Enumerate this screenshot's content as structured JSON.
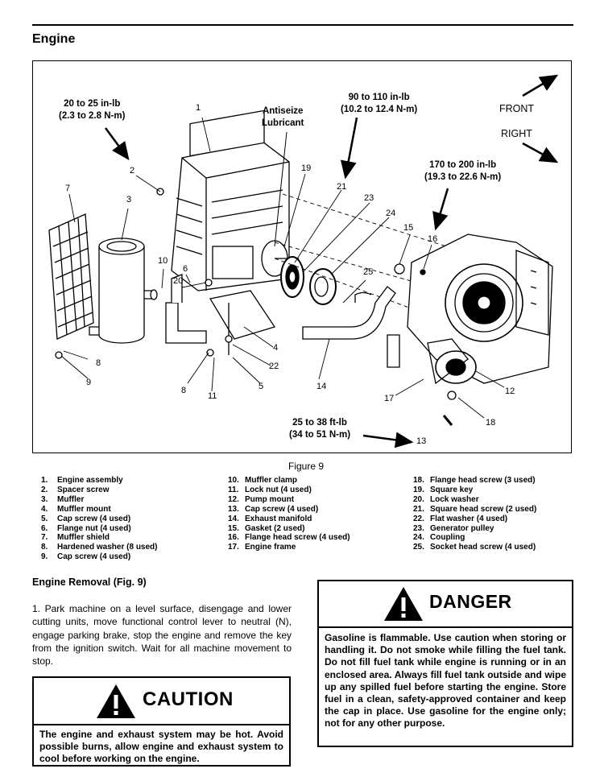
{
  "section_title": "Engine",
  "figure": {
    "caption": "Figure 9",
    "torques": [
      {
        "line1": "20 to 25 in-lb",
        "line2": "(2.3 to 2.8 N-m)"
      },
      {
        "line1": "90 to 110 in-lb",
        "line2": "(10.2 to 12.4 N-m)"
      },
      {
        "line1": "170 to 200 in-lb",
        "line2": "(19.3 to 22.6 N-m)"
      },
      {
        "line1": "25 to 38 ft-lb",
        "line2": "(34 to 51 N-m)"
      }
    ],
    "antiseize": {
      "line1": "Antiseize",
      "line2": "Lubricant"
    },
    "front": "FRONT",
    "right": "RIGHT",
    "callouts": [
      "1",
      "2",
      "3",
      "7",
      "10",
      "6",
      "20",
      "8",
      "9",
      "8",
      "11",
      "5",
      "22",
      "4",
      "19",
      "21",
      "23",
      "24",
      "15",
      "16",
      "25",
      "14",
      "17",
      "12",
      "18",
      "13"
    ]
  },
  "legend": [
    [
      {
        "n": "1.",
        "t": "Engine assembly"
      },
      {
        "n": "2.",
        "t": "Spacer screw"
      },
      {
        "n": "3.",
        "t": "Muffler"
      },
      {
        "n": "4.",
        "t": "Muffler mount"
      },
      {
        "n": "5.",
        "t": "Cap screw (4 used)"
      },
      {
        "n": "6.",
        "t": "Flange nut (4 used)"
      },
      {
        "n": "7.",
        "t": "Muffler shield"
      },
      {
        "n": "8.",
        "t": "Hardened washer (8 used)"
      },
      {
        "n": "9.",
        "t": "Cap screw (4 used)"
      }
    ],
    [
      {
        "n": "10.",
        "t": "Muffler clamp"
      },
      {
        "n": "11.",
        "t": "Lock nut (4 used)"
      },
      {
        "n": "12.",
        "t": "Pump mount"
      },
      {
        "n": "13.",
        "t": "Cap screw (4 used)"
      },
      {
        "n": "14.",
        "t": "Exhaust manifold"
      },
      {
        "n": "15.",
        "t": "Gasket (2 used)"
      },
      {
        "n": "16.",
        "t": "Flange head screw (4 used)"
      },
      {
        "n": "17.",
        "t": "Engine frame"
      }
    ],
    [
      {
        "n": "18.",
        "t": "Flange head screw (3 used)"
      },
      {
        "n": "19.",
        "t": "Square key"
      },
      {
        "n": "20.",
        "t": "Lock washer"
      },
      {
        "n": "21.",
        "t": "Square head screw (2 used)"
      },
      {
        "n": "22.",
        "t": "Flat washer (4 used)"
      },
      {
        "n": "23.",
        "t": "Generator pulley"
      },
      {
        "n": "24.",
        "t": "Coupling"
      },
      {
        "n": "25.",
        "t": "Socket head screw (4 used)"
      }
    ]
  ],
  "removal": {
    "heading": "Engine Removal (Fig. 9)",
    "step1": "1.  Park machine on a level surface, disengage and lower cutting units, move functional control lever to neutral (N), engage parking brake, stop the engine and remove the key from the ignition switch. Wait for all machine movement to stop."
  },
  "caution": {
    "word": "CAUTION",
    "text": "The engine and exhaust system may be hot. Avoid possible burns, allow engine and exhaust system to cool before working on the engine."
  },
  "danger": {
    "word": "DANGER",
    "text": "Gasoline is flammable. Use caution when storing or handling it. Do not smoke while filling the fuel tank. Do not fill fuel tank while engine is running or in an enclosed area. Always fill fuel tank outside and wipe up any spilled fuel before starting the engine. Store fuel in a clean, safety-approved container and keep the cap in place. Use gasoline for the engine only; not for any other purpose."
  }
}
